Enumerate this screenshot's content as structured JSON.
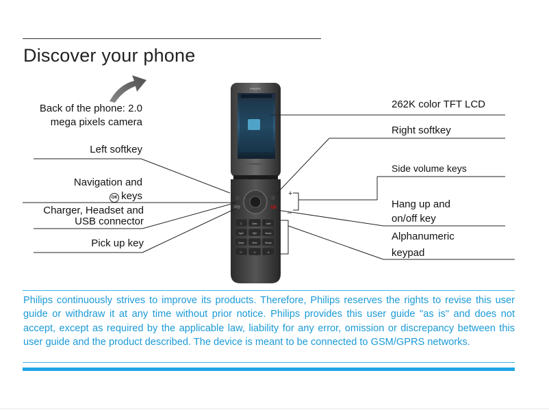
{
  "page": {
    "title": "Discover your phone"
  },
  "labels_left": {
    "back": [
      "Back of the phone: 2.0",
      "mega pixels camera"
    ],
    "left_softkey": "Left softkey",
    "navigation": [
      "Navigation and",
      "keys"
    ],
    "ok_icon_text": "OK",
    "charger": [
      "Charger, Headset and",
      "USB connector"
    ],
    "pickup": "Pick up  key"
  },
  "labels_right": {
    "lcd": "262K color  TFT LCD",
    "right_softkey": "Right softkey",
    "volume": "Side volume keys",
    "hangup": [
      "Hang up and",
      "on/off key"
    ],
    "alphanumeric": [
      "Alphanumeric",
      "keypad"
    ]
  },
  "phone": {
    "brand": "PHILIPS",
    "volume_plus": "+",
    "volume_minus": "–",
    "keys": [
      "1",
      "2abc",
      "3def",
      "4ghi",
      "5jkl",
      "6mno",
      "7pqrs",
      "8tuv",
      "9wxyz",
      "*+",
      "0",
      "#"
    ]
  },
  "disclaimer": "Philips continuously strives to improve its products. Therefore, Philips reserves the rights to revise this user guide or withdraw it at any time without prior notice. Philips provides this user guide \"as is\" and does not accept, except as required by the applicable law, liability for any error, omission or discrepancy between this user guide and the product described. The device is meant to be connected to GSM/GPRS networks.",
  "colors": {
    "accent": "#1a9ad6",
    "rule": "#1ea6e6",
    "text": "#111111"
  }
}
